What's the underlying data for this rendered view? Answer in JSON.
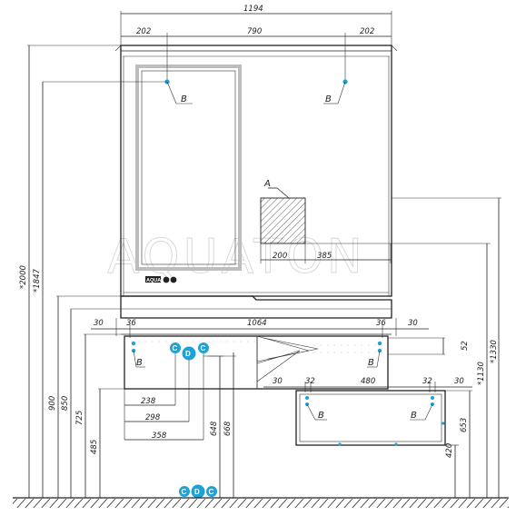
{
  "watermark": "AQUATON",
  "brand_badge": "AQUA",
  "dimensions": {
    "top_width": "1194",
    "top_left": "202",
    "top_mid": "790",
    "top_right": "202",
    "height_total": "*2000",
    "height_mirror": "*1847",
    "height_900": "900",
    "height_850": "850",
    "height_725": "725",
    "height_485": "485",
    "height_648": "648",
    "height_668": "668",
    "height_653": "653",
    "height_420": "420",
    "right_1330": "*1330",
    "right_1130": "*1130",
    "right_52": "52",
    "zone_200": "200",
    "zone_385": "385",
    "row_30_left": "30",
    "row_36_left": "36",
    "row_1064": "1064",
    "row_36_right": "36",
    "row_30_right": "30",
    "drawer_30_left": "30",
    "drawer_32_left": "32",
    "drawer_480": "480",
    "drawer_32_right": "32",
    "drawer_30_right": "30",
    "left_238": "238",
    "left_298": "298",
    "left_358": "358"
  },
  "labels": {
    "b": "B",
    "a": "A",
    "c": "C",
    "d": "D"
  }
}
